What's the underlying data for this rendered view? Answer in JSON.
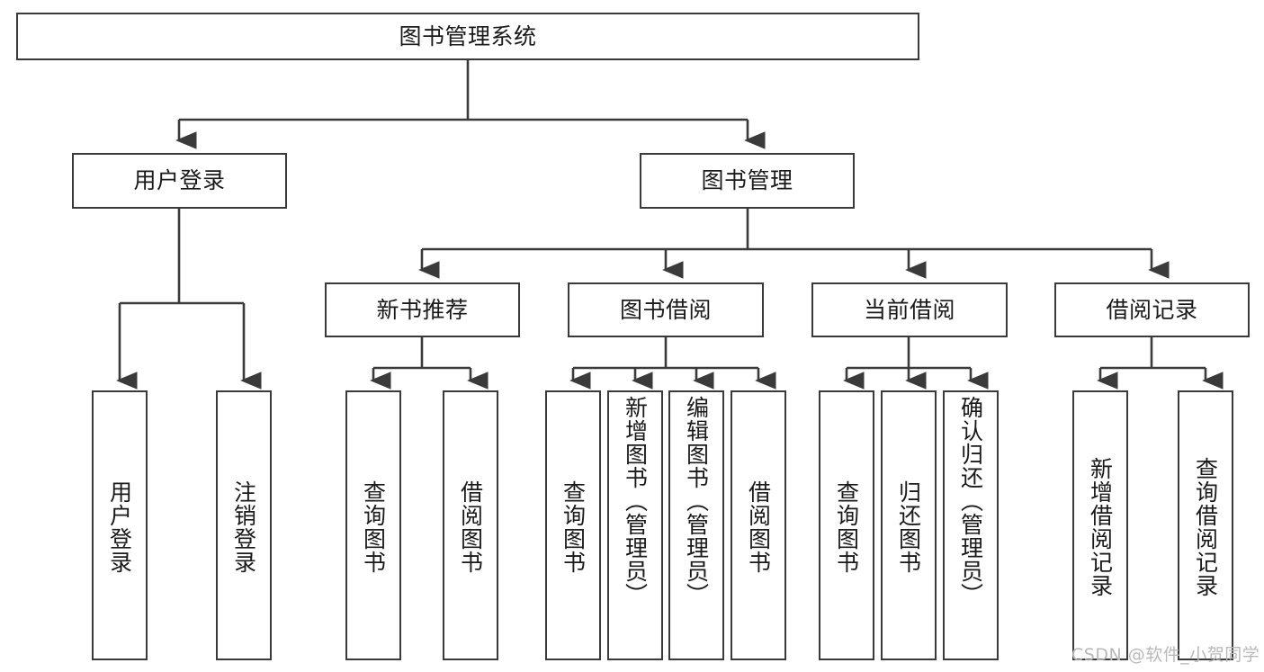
{
  "diagram": {
    "title": "图书管理系统",
    "type": "tree-hierarchy",
    "root": {
      "id": "root",
      "label": "图书管理系统"
    },
    "level2": [
      {
        "id": "user-login",
        "label": "用户登录"
      },
      {
        "id": "book-management",
        "label": "图书管理"
      }
    ],
    "level3": [
      {
        "id": "new-book-recommend",
        "label": "新书推荐",
        "parent": "book-management"
      },
      {
        "id": "book-borrow",
        "label": "图书借阅",
        "parent": "book-management"
      },
      {
        "id": "current-borrow",
        "label": "当前借阅",
        "parent": "book-management"
      },
      {
        "id": "borrow-record",
        "label": "借阅记录",
        "parent": "book-management"
      }
    ],
    "leaves": [
      {
        "id": "leaf-user-login",
        "label": "用户登录",
        "parent": "user-login"
      },
      {
        "id": "leaf-logout-login",
        "label": "注销登录",
        "parent": "user-login"
      },
      {
        "id": "leaf-query-book-1",
        "label": "查询图书",
        "parent": "new-book-recommend"
      },
      {
        "id": "leaf-borrow-book-1",
        "label": "借阅图书",
        "parent": "new-book-recommend"
      },
      {
        "id": "leaf-query-book-2",
        "label": "查询图书",
        "parent": "book-borrow"
      },
      {
        "id": "leaf-add-book",
        "label": "新增图书（管理员）",
        "parent": "book-borrow"
      },
      {
        "id": "leaf-edit-book",
        "label": "编辑图书（管理员）",
        "parent": "book-borrow"
      },
      {
        "id": "leaf-borrow-book-2",
        "label": "借阅图书",
        "parent": "book-borrow"
      },
      {
        "id": "leaf-query-book-3",
        "label": "查询图书",
        "parent": "current-borrow"
      },
      {
        "id": "leaf-return-book",
        "label": "归还图书",
        "parent": "current-borrow"
      },
      {
        "id": "leaf-confirm-return",
        "label": "确认归还（管理员）",
        "parent": "current-borrow"
      },
      {
        "id": "leaf-add-record",
        "label": "新增借阅记录",
        "parent": "borrow-record"
      },
      {
        "id": "leaf-query-record",
        "label": "查询借阅记录",
        "parent": "borrow-record"
      }
    ]
  },
  "watermark": {
    "text": "CSDN @软件_小贺同学"
  },
  "colors": {
    "stroke": "#3a3a3a",
    "text": "#1a1a1a",
    "background": "#ffffff",
    "watermark": "#b9b9b9"
  }
}
